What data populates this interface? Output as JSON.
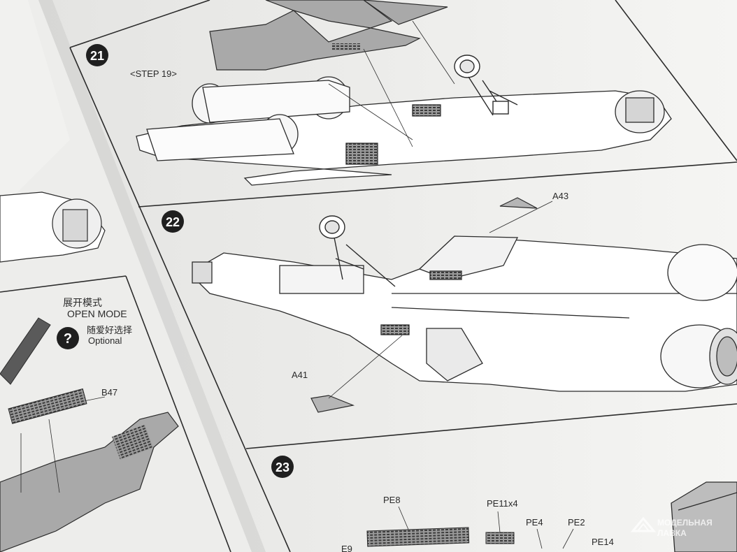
{
  "steps": {
    "s21": "21",
    "s22": "22",
    "s23": "23"
  },
  "step21": {
    "ref": "<STEP 19>"
  },
  "step22": {
    "part_a43": "A43",
    "part_a41": "A41"
  },
  "step23": {
    "pe8": "PE8",
    "pe11": "PE11x4",
    "pe4": "PE4",
    "pe2": "PE2",
    "pe14": "PE14",
    "pe9": "E9"
  },
  "left_page": {
    "cn_open": "展开模式",
    "open_mode": "OPEN MODE",
    "cn_optional": "随爱好选择",
    "optional": "Optional",
    "part_b47": "B47",
    "question_icon": "question-icon"
  },
  "watermark": {
    "line1": "МОДЕЛЬНАЯ",
    "line2": "ЛАВКА"
  },
  "colors": {
    "paper": "#f4f4f2",
    "line": "#2b2b2b",
    "part_grey": "#a9a9a9",
    "step_badge": "#1f1f1f"
  }
}
